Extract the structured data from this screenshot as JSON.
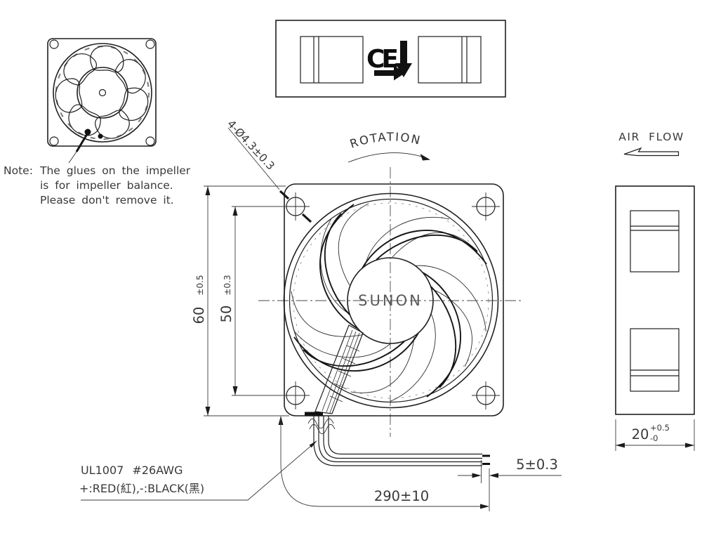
{
  "drawing": {
    "note": {
      "prefix": "Note:",
      "lines": [
        "The glues on the impeller",
        "is for impeller balance.",
        "Please don't remove it."
      ]
    },
    "front_view": {
      "rotation_label": "ROTATION",
      "brand": "SUNON",
      "holes_dim": "4-Ø4.3±0.3",
      "width_value": "60",
      "width_tol": "±0.5",
      "pitch_value": "50",
      "pitch_tol": "±0.3"
    },
    "side_view": {
      "air_flow_label": "AIR FLOW",
      "depth_value": "20",
      "depth_tol_plus": "+0.5",
      "depth_tol_minus": "-0"
    },
    "label_view": {
      "ce_mark": "CE"
    },
    "leads": {
      "spec": "UL1007 #26AWG",
      "polarity": "+:RED(紅),-:BLACK(黑)",
      "length_dim": "290±10",
      "strip_dim": "5±0.3"
    },
    "colors": {
      "line": "#1f1f1f",
      "background": "#ffffff"
    }
  }
}
